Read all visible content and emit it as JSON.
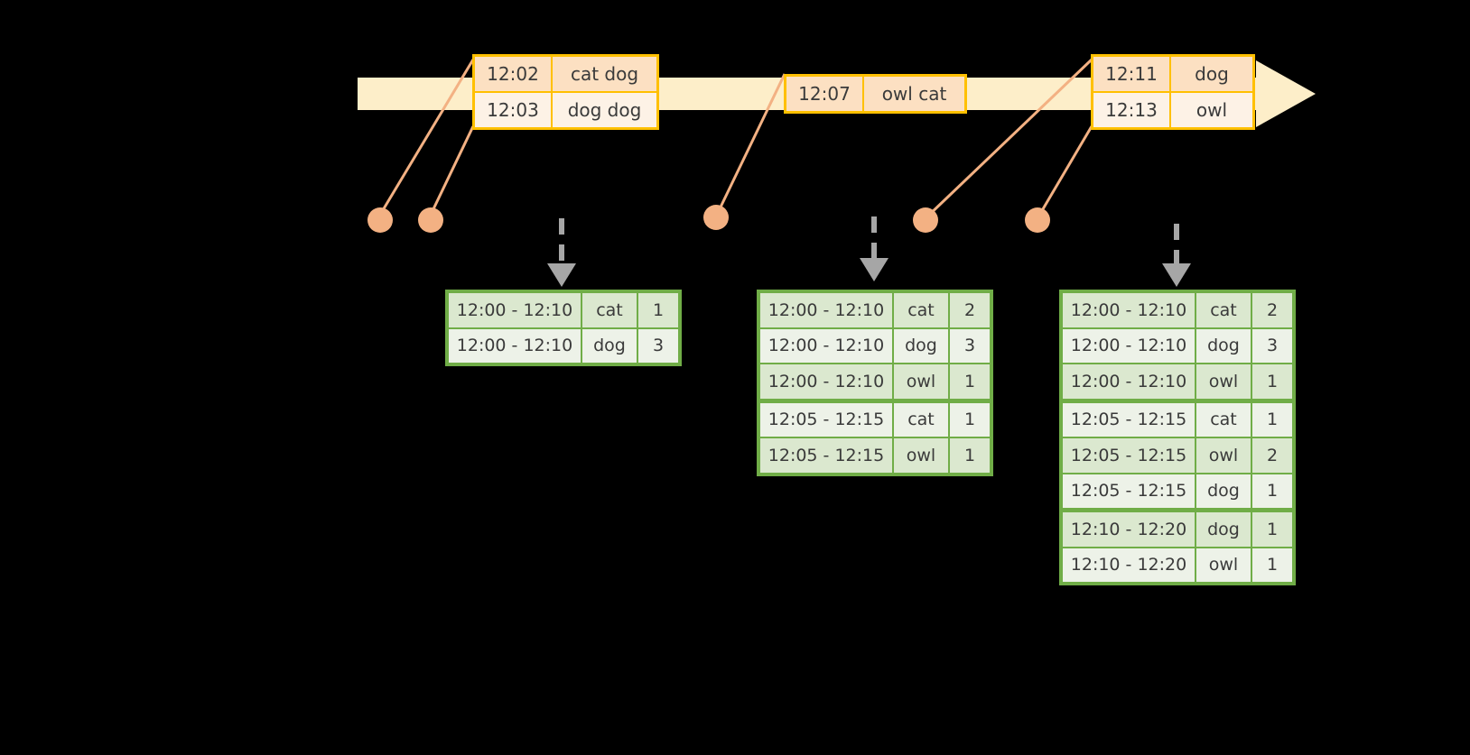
{
  "diagram": {
    "title": "windowed-word-count-timeline",
    "colors": {
      "background": "#000000",
      "timeline_fill": "#fdeec9",
      "timeline_stroke": "#fdeec9",
      "event_border": "#ffc000",
      "event_fill_light": "#fdf2e6",
      "event_fill_dark": "#fce0c2",
      "connector": "#f3b183",
      "table_border": "#70ad47",
      "table_fill_light": "#edf2e8",
      "table_fill_dark": "#dbe8cf",
      "arrow_gray": "#a6a6a6",
      "text": "#3a3a3a"
    }
  },
  "timeline": {
    "arrow_name": "timeline-arrow"
  },
  "events": [
    {
      "id": "event-group-1",
      "rows": [
        {
          "time": "12:02",
          "words": "cat dog"
        },
        {
          "time": "12:03",
          "words": "dog dog"
        }
      ]
    },
    {
      "id": "event-group-2",
      "rows": [
        {
          "time": "12:07",
          "words": "owl cat"
        }
      ]
    },
    {
      "id": "event-group-3",
      "rows": [
        {
          "time": "12:11",
          "words": "dog"
        },
        {
          "time": "12:13",
          "words": "owl"
        }
      ]
    }
  ],
  "results": [
    {
      "id": "result-table-1",
      "rows": [
        {
          "window": "12:00 - 12:10",
          "word": "cat",
          "count": "1"
        },
        {
          "window": "12:00 - 12:10",
          "word": "dog",
          "count": "3"
        }
      ]
    },
    {
      "id": "result-table-2",
      "rows": [
        {
          "window": "12:00 - 12:10",
          "word": "cat",
          "count": "2"
        },
        {
          "window": "12:00 - 12:10",
          "word": "dog",
          "count": "3"
        },
        {
          "window": "12:00 - 12:10",
          "word": "owl",
          "count": "1"
        },
        {
          "window": "12:05 - 12:15",
          "word": "cat",
          "count": "1"
        },
        {
          "window": "12:05 - 12:15",
          "word": "owl",
          "count": "1"
        }
      ]
    },
    {
      "id": "result-table-3",
      "rows": [
        {
          "window": "12:00 - 12:10",
          "word": "cat",
          "count": "2"
        },
        {
          "window": "12:00 - 12:10",
          "word": "dog",
          "count": "3"
        },
        {
          "window": "12:00 - 12:10",
          "word": "owl",
          "count": "1"
        },
        {
          "window": "12:05 - 12:15",
          "word": "cat",
          "count": "1"
        },
        {
          "window": "12:05 - 12:15",
          "word": "owl",
          "count": "2"
        },
        {
          "window": "12:05 - 12:15",
          "word": "dog",
          "count": "1"
        },
        {
          "window": "12:10 - 12:20",
          "word": "dog",
          "count": "1"
        },
        {
          "window": "12:10 - 12:20",
          "word": "owl",
          "count": "1"
        }
      ]
    }
  ]
}
